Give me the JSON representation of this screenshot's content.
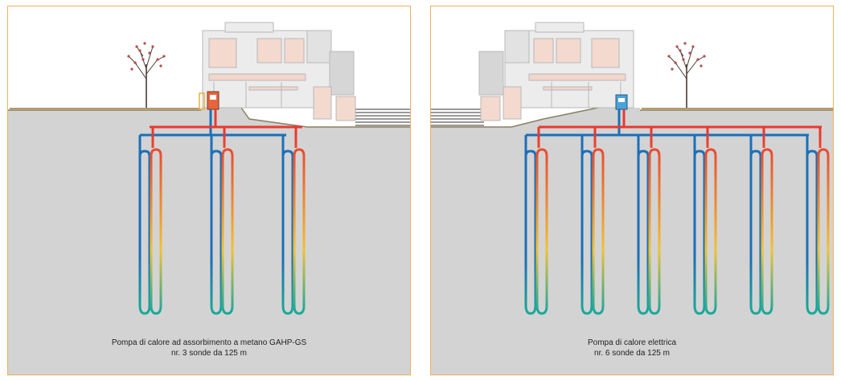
{
  "panels": [
    {
      "caption_line1": "Pompa di calore ad assorbimento a metano GAHP-GS",
      "caption_line2": "nr. 3 sonde da 125 m",
      "probe_count": 3,
      "unit_color": "#e8643c"
    },
    {
      "caption_line1": "Pompa di calore elettrica",
      "caption_line2": "nr. 6 sonde da 125 m",
      "probe_count": 6,
      "unit_color": "#4aa3d8"
    }
  ],
  "colors": {
    "ground": "#d3d3d3",
    "pipe_supply": "#e8392f",
    "pipe_return": "#1b6fb8",
    "pipe_bottom": "#1aa89a",
    "pipe_mid": "#f2c230",
    "frame": "#f0b15a"
  },
  "icons": [
    "tree-icon",
    "building-icon",
    "heat-pump-unit-icon"
  ]
}
